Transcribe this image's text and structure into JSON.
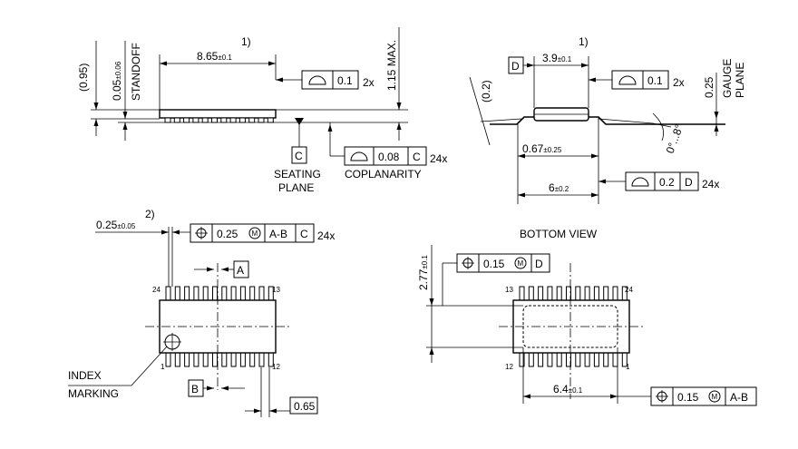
{
  "side_view_1": {
    "dim_095": "(0.95)",
    "dim_standoff_val": "0.05",
    "dim_standoff_tol": "±0.06",
    "standoff_label": "STANDOFF",
    "note_1": "1)",
    "len_val": "8.65",
    "len_tol": "±0.1",
    "flat_val": "0.1",
    "flat_mult": "2x",
    "max_h": "1.15 MAX.",
    "datum_c": "C",
    "seating_1": "SEATING",
    "seating_2": "PLANE",
    "cop_val": "0.08",
    "cop_ref": "C",
    "cop_mult": "24x",
    "coplanarity": "COPLANARITY"
  },
  "side_view_2": {
    "datum_d": "D",
    "note_1": "1)",
    "w_val": "3.9",
    "w_tol": "±0.1",
    "flat_val": "0.1",
    "flat_mult": "2x",
    "dim_02": "(0.2)",
    "gauge_val": "0.25",
    "gauge_1": "GAUGE",
    "gauge_2": "PLANE",
    "angle": "0°...8°",
    "lead_val": "0.67",
    "lead_tol": "±0.25",
    "span_val": "6",
    "span_tol": "±0.2",
    "prof_val": "0.2",
    "prof_ref": "D",
    "prof_mult": "24x"
  },
  "top_view": {
    "note_2": "2)",
    "lead_w_val": "0.25",
    "lead_w_tol": "±0.05",
    "pos_val": "0.25",
    "pos_mod": "M",
    "pos_ref1": "A-B",
    "pos_ref2": "C",
    "pos_mult": "24x",
    "datum_a": "A",
    "datum_b": "B",
    "pin_24": "24",
    "pin_13": "13",
    "pin_1": "1",
    "pin_12": "12",
    "index_1": "INDEX",
    "index_2": "MARKING",
    "pitch": "0.65"
  },
  "bottom_view": {
    "title": "BOTTOM VIEW",
    "pad_h_val": "2.77",
    "pad_h_tol": "±0.1",
    "pos_val": "0.15",
    "pos_mod": "M",
    "pos_ref": "D",
    "pin_13": "13",
    "pin_24": "24",
    "pin_12": "12",
    "pin_1": "1",
    "pad_w_val": "6.4",
    "pad_w_tol": "±0.1",
    "pos2_val": "0.15",
    "pos2_mod": "M",
    "pos2_ref": "A-B"
  }
}
